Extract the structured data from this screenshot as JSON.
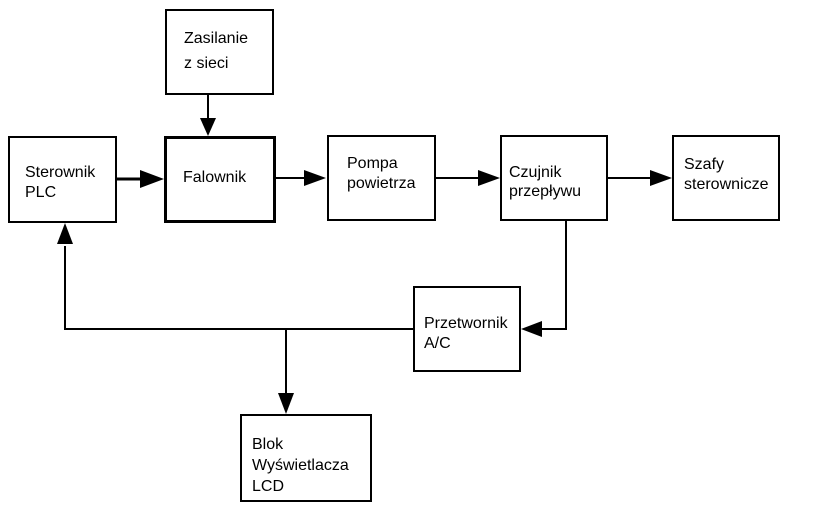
{
  "blocks": {
    "zasilanie": {
      "line1": "Zasilanie",
      "line2": "z sieci"
    },
    "sterownik": {
      "line1": "Sterownik",
      "line2": "PLC"
    },
    "falownik": {
      "line1": "Falownik"
    },
    "pompa": {
      "line1": "Pompa",
      "line2": "powietrza"
    },
    "czujnik": {
      "line1": "Czujnik",
      "line2": "przepływu"
    },
    "szafy": {
      "line1": "Szafy",
      "line2": "sterownicze"
    },
    "przetwornik": {
      "line1": "Przetwornik",
      "line2": "A/C"
    },
    "blok_lcd": {
      "line1": "Blok",
      "line2": "Wyświetlacza",
      "line3": "LCD"
    }
  },
  "colors": {
    "stroke": "#000000",
    "background": "#ffffff"
  }
}
